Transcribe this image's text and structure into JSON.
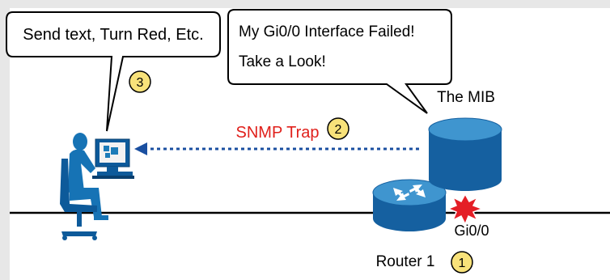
{
  "callouts": {
    "admin_text": "Send text, Turn Red, Etc.",
    "router_line1": "My Gi0/0 Interface Failed!",
    "router_line2": "Take a Look!"
  },
  "labels": {
    "mib": "The MIB",
    "trap": "SNMP Trap",
    "interface": "Gi0/0",
    "router": "Router 1"
  },
  "steps": [
    "1",
    "2",
    "3"
  ],
  "colors": {
    "background": "#e7e7e7",
    "canvas": "#ffffff",
    "router_blue": "#1b7bb8",
    "trap_text": "#e0201b",
    "arrow_blue": "#1a4fa0",
    "step_badge": "#f8e27a",
    "person_blue": "#1673b5",
    "failure_red": "#e41e26"
  },
  "icons": [
    "user-workstation-icon",
    "router-icon",
    "database-icon",
    "failure-burst-icon"
  ]
}
